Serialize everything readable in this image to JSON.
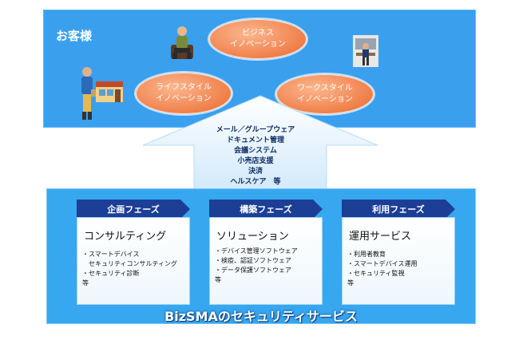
{
  "customer_panel": {
    "title": "お客様",
    "innovations": [
      {
        "line1": "ビジネス",
        "line2": "イノベーション"
      },
      {
        "line1": "ライフスタイル",
        "line2": "イノベーション"
      },
      {
        "line1": "ワークスタイル",
        "line2": "イノベーション"
      }
    ]
  },
  "arrow_items": [
    "メール／グループウェア",
    "ドキュメント管理",
    "会議システム",
    "小売店支援",
    "決済",
    "ヘルスケア　等"
  ],
  "phases": [
    {
      "tab": "企画フェーズ",
      "heading": "コンサルティング",
      "items": [
        "・スマートデバイス",
        "　セキュリティコンサルティング",
        "・セキュリティ診断",
        "等"
      ]
    },
    {
      "tab": "構築フェーズ",
      "heading": "ソリューション",
      "items": [
        "・デバイス管理ソフトウェア",
        "・検疫、認証ソフトウェア",
        "・データ保護ソフトウェア",
        "等"
      ]
    },
    {
      "tab": "利用フェーズ",
      "heading": "運用サービス",
      "items": [
        "・利用者教育",
        "・スマートデバイス運用",
        "・セキュリティ監視",
        "等"
      ]
    }
  ],
  "services_title": "BizSMAのセキュリティサービス",
  "colors": {
    "panel_blue": "#3aa0ee",
    "ellipse_orange": "#f0804a",
    "tab_navy": "#1c3f95",
    "arrow_light": "#dff0fb"
  }
}
